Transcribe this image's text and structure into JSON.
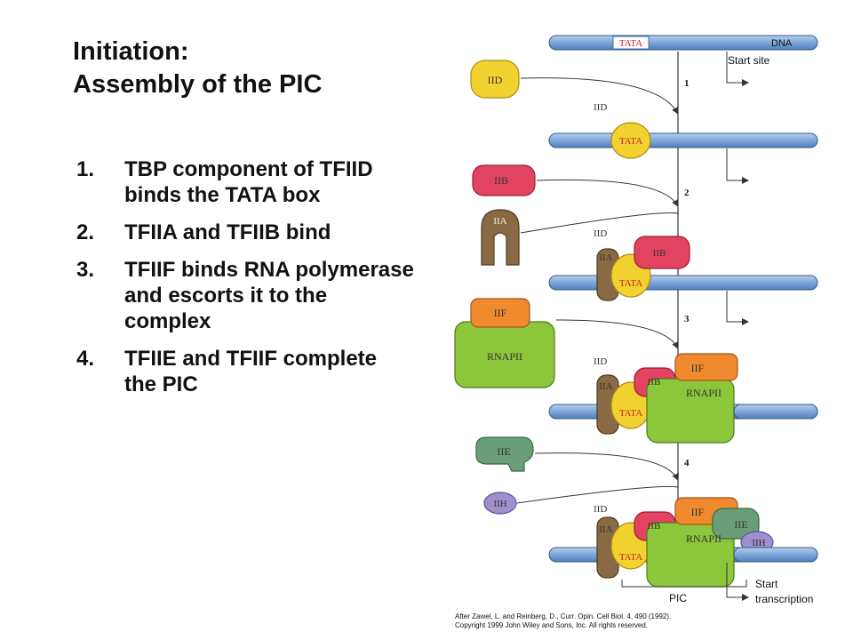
{
  "title": {
    "line1": "Initiation:",
    "line2": "Assembly of the PIC"
  },
  "steps": [
    {
      "num": "1.",
      "text": "TBP component of TFIID binds the TATA box"
    },
    {
      "num": "2.",
      "text": "TFIIA and TFIIB bind"
    },
    {
      "num": "3.",
      "text": "TFIIF binds RNA polymerase and escorts it to the complex"
    },
    {
      "num": "4.",
      "text": "TFIIE and TFIIF complete the PIC"
    }
  ],
  "diagram": {
    "dna_label": "DNA",
    "tata_label": "TATA",
    "start_site_label": "Start site",
    "step_numbers": [
      "1",
      "2",
      "3",
      "4"
    ],
    "factors": {
      "iid": "IID",
      "iib": "IIB",
      "iia": "IIA",
      "iif": "IIF",
      "rnapii": "RNAPII",
      "iie": "IIE",
      "iih": "IIH"
    },
    "pic_label": "PIC",
    "start_transcription_line1": "Start",
    "start_transcription_line2": "transcription",
    "colors": {
      "dna": "#7ea6d8",
      "iid": "#f2d230",
      "iib": "#e2435e",
      "iia": "#8a6a44",
      "iif": "#f08a2e",
      "rnapii": "#8cc63a",
      "iie": "#6a9e78",
      "iih": "#9f8fcf",
      "tata_text": "#c8202e"
    }
  },
  "footer": {
    "line1": "After Zawel, L. and Reinberg, D., Curr. Opin. Cell Biol. 4, 490 (1992).",
    "line2": "Copyright 1999 John Wiley and Sons, Inc. All rights reserved."
  }
}
